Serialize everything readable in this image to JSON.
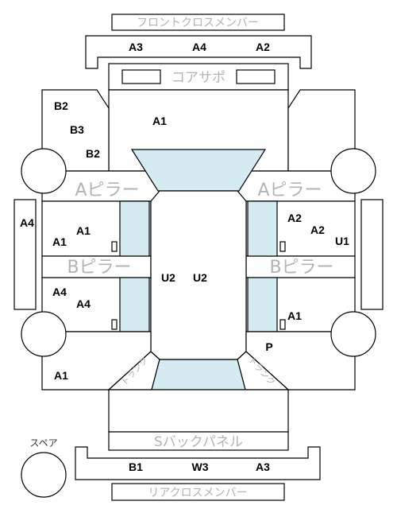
{
  "parts": {
    "front_cross_member": "フロントクロスメンバー",
    "core_support": "コアサポ",
    "a_pillar_left": "Aピラー",
    "a_pillar_right": "Aピラー",
    "b_pillar_left": "Bピラー",
    "b_pillar_right": "Bピラー",
    "back_panel": "Sバックパネル",
    "rear_cross_member": "リアクロスメンバー",
    "trunk_left": "トランク",
    "trunk_right": "トランク",
    "spare": "スペア"
  },
  "ranks": {
    "front_cross_left": "A3",
    "front_cross_mid": "A4",
    "front_cross_right": "A2",
    "fender_left_1": "B2",
    "fender_left_2": "B3",
    "fender_left_3": "B2",
    "hood": "A1",
    "side_left": "A4",
    "front_door_left_1": "A1",
    "front_door_left_2": "A1",
    "rear_door_left_1": "A4",
    "rear_door_left_2": "A4",
    "quarter_left": "A1",
    "roof_1": "U2",
    "roof_2": "U2",
    "front_door_right_1": "A2",
    "front_door_right_2": "A2",
    "side_right": "U1",
    "rear_door_right": "A1",
    "quarter_right": "P",
    "rear_cross_left": "B1",
    "rear_cross_mid": "W3",
    "rear_cross_right": "A3"
  }
}
